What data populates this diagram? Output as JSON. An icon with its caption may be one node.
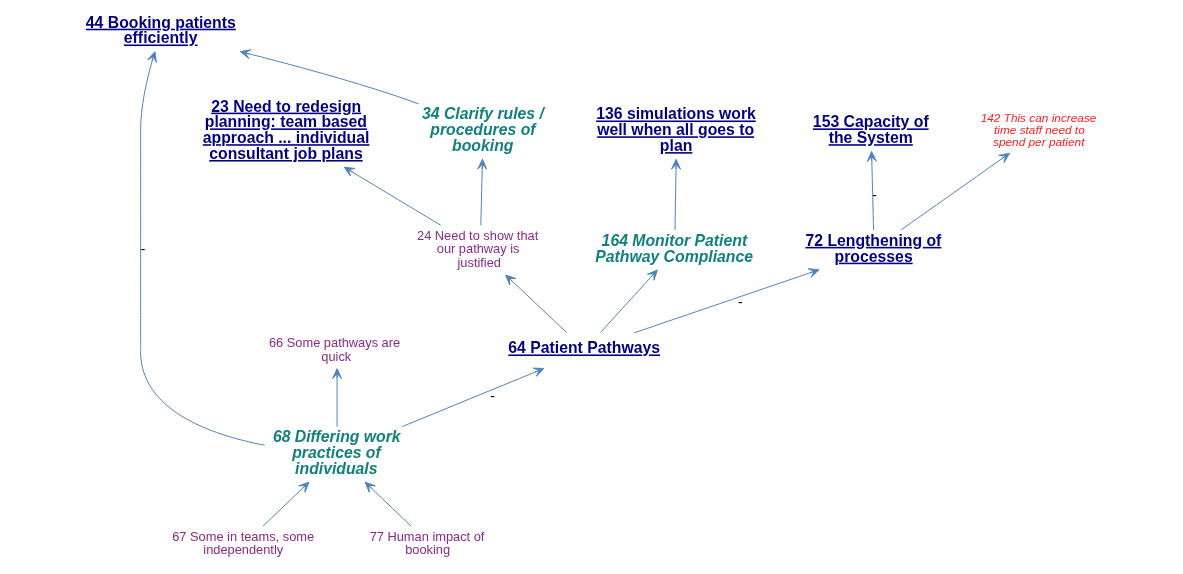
{
  "diagram": {
    "nodes": [
      {
        "text": [
          "44 Booking patients efficiently"
        ]
      },
      {
        "text": [
          "23 Need to redesign planning: team based approach ... individual consultant job plans"
        ]
      },
      {
        "text": [
          "136 simulations work well when all goes to plan"
        ]
      },
      {
        "text": [
          "153 Capacity of the System"
        ]
      },
      {
        "text": [
          "142 This can increase time staff need to spend per patient"
        ]
      },
      {
        "text": [
          "34 Clarify rules / procedures of booking"
        ]
      },
      {
        "text": [
          "24 Need to show that our pathway is justified"
        ]
      },
      {
        "text": [
          "164 Monitor Patient Pathway Compliance"
        ]
      },
      {
        "text": [
          "72 Lengthening of processes"
        ]
      },
      {
        "text": [
          "66 Some pathways are quick"
        ]
      },
      {
        "text": [
          "64 Patient Pathways"
        ]
      },
      {
        "text": [
          "68 Differing work practices of individuals"
        ]
      },
      {
        "text": [
          "67 Some in teams, some independently"
        ]
      },
      {
        "text": [
          "77 Human impact of booking"
        ]
      }
    ],
    "edges": [
      {
        "from": 5,
        "to": 0,
        "arrow": "to"
      },
      {
        "from": 11,
        "to": 0,
        "arrow": "to",
        "label": "-"
      },
      {
        "from": 6,
        "to": 1,
        "arrow": "to"
      },
      {
        "from": 6,
        "to": 5,
        "arrow": "to"
      },
      {
        "from": 7,
        "to": 2,
        "arrow": "to"
      },
      {
        "from": 10,
        "to": 6,
        "arrow": "to"
      },
      {
        "from": 10,
        "to": 7,
        "arrow": "to"
      },
      {
        "from": 10,
        "to": 8,
        "arrow": "to",
        "label": "-"
      },
      {
        "from": 8,
        "to": 4,
        "arrow": "to"
      },
      {
        "from": 8,
        "to": 3,
        "arrow": "to",
        "label": "-"
      },
      {
        "from": 11,
        "to": 9,
        "arrow": "to"
      },
      {
        "from": 11,
        "to": 10,
        "arrow": "to",
        "label": "-"
      },
      {
        "from": 12,
        "to": 11,
        "arrow": "to"
      },
      {
        "from": 13,
        "to": 11,
        "arrow": "to"
      }
    ]
  }
}
